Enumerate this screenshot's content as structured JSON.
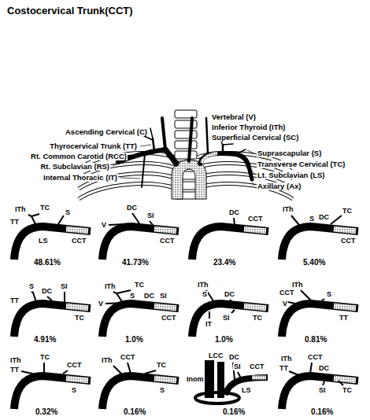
{
  "diagram": {
    "title": "Costocervical Trunk(CCT)",
    "labels": [
      "Vertebral (V)",
      "Inferior Thyroid (ITh)",
      "Ascending Cervical (C)",
      "Superficial Cervical (SC)",
      "Thyrocervical Trunk (TT)",
      "Suprascapular (S)",
      "Rt. Common Carotid (RCC)",
      "Transverse Cervical (TC)",
      "Rt. Subclavian (RS)",
      "Lt. Subclavian (LS)",
      "Internal Thoracic (IT)",
      "Axillary (Ax)",
      "ITh",
      "TC",
      "TT",
      "S",
      "CCT",
      "LS",
      "48.61%",
      "DC",
      "V",
      "SI",
      "CCT",
      "41.73%",
      "DC",
      "CCT",
      "23.4%",
      "ITh",
      "S",
      "DC",
      "TC",
      "CCT",
      "5.40%",
      "S",
      "DC",
      "SI",
      "TT",
      "TC",
      "4.91%",
      "ITh",
      "TC",
      "V",
      "S",
      "DC",
      "SI",
      "CCT",
      "1.0%",
      "ITh",
      "S",
      "DC",
      "TC",
      "SI",
      "IT",
      "1.0%",
      "ITh",
      "CCT",
      "V",
      "S",
      "TT",
      "0.81%",
      "ITh",
      "TC",
      "TT",
      "CCT",
      "S",
      "0.32%",
      "ITh",
      "CCT",
      "TC",
      "S",
      "0.16%",
      "Inom",
      "LCC",
      "DC",
      "SI",
      "CCT",
      "LS",
      "0.16%",
      "ITh",
      "CCT",
      "TT",
      "DC",
      "TC",
      "SI",
      "0.16%"
    ]
  }
}
